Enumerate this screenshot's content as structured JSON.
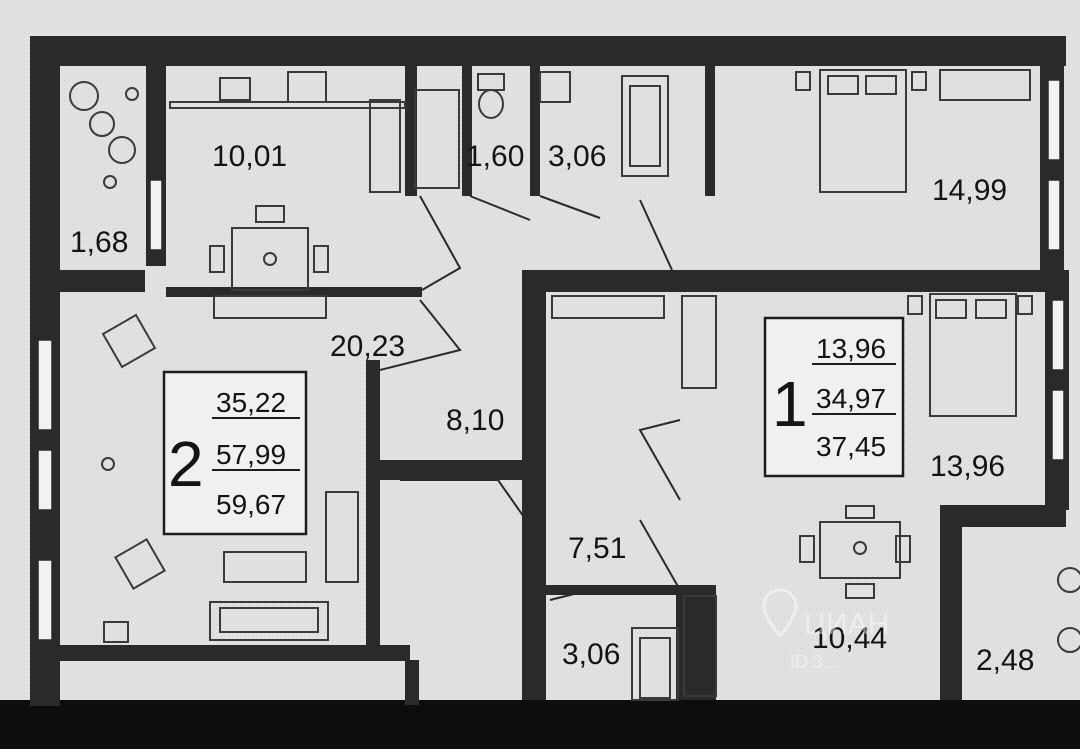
{
  "plan": {
    "rooms": {
      "balcony_left": "1,68",
      "kitchen_left": "10,01",
      "wc_top": "1,60",
      "bath_top": "3,06",
      "bedroom_top_right": "14,99",
      "hall_left": "20,23",
      "corridor_left": "8,10",
      "bedroom_right": "13,96",
      "hall_right": "7,51",
      "bath_bottom": "3,06",
      "kitchen_right": "10,44",
      "balcony_right": "2,48"
    },
    "apt2": {
      "rooms_count": "2",
      "living": "35,22",
      "total": "57,99",
      "total_with_balcony": "59,67"
    },
    "apt1": {
      "rooms_count": "1",
      "living": "13,96",
      "total": "34,97",
      "total_with_balcony": "37,45"
    },
    "watermark": "ЦИАН",
    "watermark_id": "ID 3..."
  },
  "colors": {
    "paper": "#e6e6e6",
    "wall": "#2a2a2a",
    "fixture": "#3a3a3a",
    "bottom_bar": "#0d0d0d"
  },
  "icons": [
    "chair-icon",
    "table-icon",
    "bed-icon",
    "bathtub-icon",
    "toilet-icon",
    "sink-icon",
    "stove-icon",
    "plant-icon",
    "sofa-icon",
    "armchair-icon",
    "location-pin-icon"
  ]
}
